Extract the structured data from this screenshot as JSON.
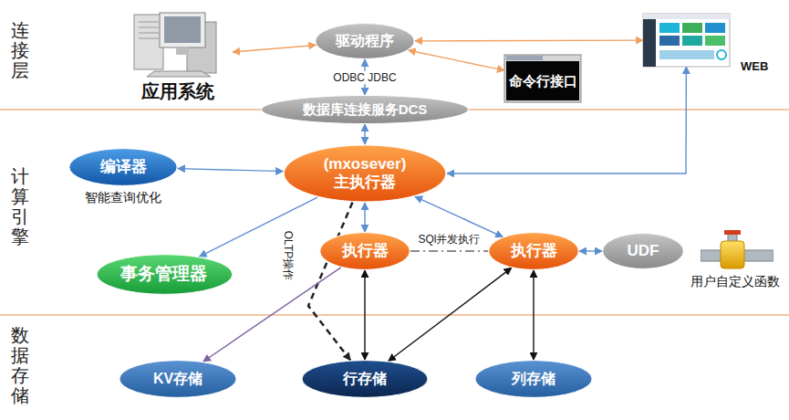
{
  "diagram": {
    "nodes": [
      {
        "text": [
          "应用系统"
        ]
      },
      {
        "text": [
          "驱动程序"
        ]
      },
      {
        "text": [
          "WEB"
        ]
      },
      {
        "text": [
          "命令行接口"
        ]
      },
      {
        "text": [
          "数据库连接服务DCS"
        ]
      },
      {
        "text": [
          "编译器",
          "智能查询优化"
        ]
      },
      {
        "text": [
          "(mxosever)",
          "主执行器"
        ]
      },
      {
        "text": [
          "事务管理器"
        ]
      },
      {
        "text": [
          "执行器"
        ]
      },
      {
        "text": [
          "执行器"
        ]
      },
      {
        "text": [
          "UDF",
          "用户自定义函数"
        ]
      },
      {
        "text": [
          "KV存储"
        ]
      },
      {
        "text": [
          "行存储"
        ]
      },
      {
        "text": [
          "列存储"
        ]
      }
    ],
    "edges": [
      {
        "from": 0,
        "to": 1,
        "arrow": "both"
      },
      {
        "from": 1,
        "to": 2,
        "arrow": "both"
      },
      {
        "from": 1,
        "to": 3,
        "arrow": "both"
      },
      {
        "from": 1,
        "to": 4,
        "arrow": "both",
        "label": "ODBC JDBC"
      },
      {
        "from": 4,
        "to": 6,
        "arrow": "both"
      },
      {
        "from": 5,
        "to": 6,
        "arrow": "both"
      },
      {
        "from": 6,
        "to": 2,
        "arrow": "both"
      },
      {
        "from": 6,
        "to": 7,
        "arrow": "to"
      },
      {
        "from": 6,
        "to": 8,
        "arrow": "both"
      },
      {
        "from": 6,
        "to": 9,
        "arrow": "both"
      },
      {
        "from": 8,
        "to": 9,
        "arrow": "none",
        "label": "SQl并发执行"
      },
      {
        "from": 9,
        "to": 10,
        "arrow": "both"
      },
      {
        "from": 6,
        "to": 12,
        "arrow": "to",
        "label": "OLTP操作"
      },
      {
        "from": 8,
        "to": 11,
        "arrow": "to"
      },
      {
        "from": 8,
        "to": 12,
        "arrow": "both"
      },
      {
        "from": 9,
        "to": 12,
        "arrow": "both"
      },
      {
        "from": 9,
        "to": 13,
        "arrow": "both"
      }
    ],
    "labels": [
      "连接层",
      "计算引擎",
      "数据存储"
    ]
  }
}
